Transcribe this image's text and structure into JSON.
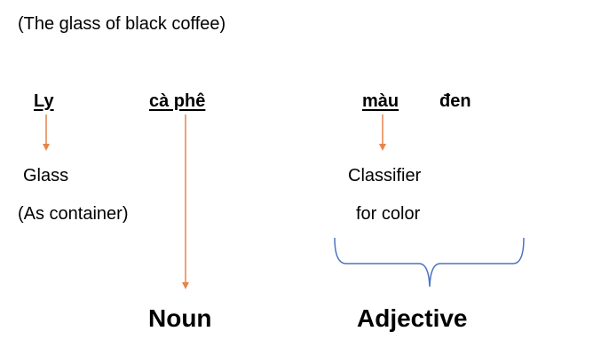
{
  "caption": "(The glass of black coffee)",
  "words": {
    "ly": "Ly",
    "ca_phe": "cà phê",
    "mau": "màu",
    "den": "đen"
  },
  "glosses": {
    "glass_line1": "Glass",
    "glass_line2": "(As container)",
    "classifier_line1": "Classifier",
    "classifier_line2": "for color"
  },
  "categories": {
    "noun": "Noun",
    "adjective": "Adjective"
  },
  "colors": {
    "arrow": "#E8834A",
    "brace": "#4A72C4",
    "text": "#000000"
  }
}
